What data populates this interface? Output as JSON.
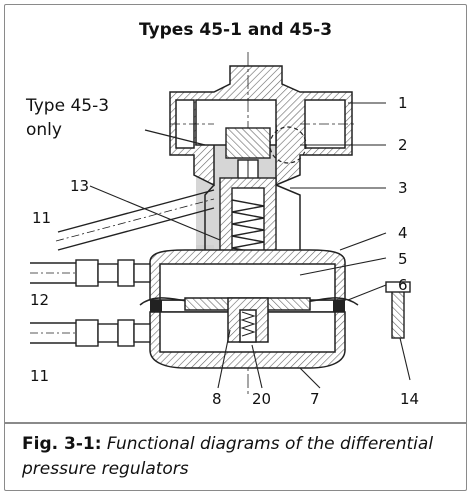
{
  "title": "Types 45-1 and 45-3",
  "note_line1": "Type 45-3",
  "note_line2": "only",
  "callouts": {
    "c1": "1",
    "c2": "2",
    "c3": "3",
    "c4": "4",
    "c5": "5",
    "c6": "6",
    "c7": "7",
    "c8": "8",
    "c11a": "11",
    "c11b": "11",
    "c12": "12",
    "c13": "13",
    "c14": "14",
    "c20": "20"
  },
  "caption": {
    "fig_label": "Fig. 3-1:",
    "text": "Functional diagrams of the differential pressure regulators"
  },
  "colors": {
    "line": "#222222",
    "hatch": "#555555",
    "highlight": "#cfcfcf",
    "frame": "#8a8a8a"
  }
}
